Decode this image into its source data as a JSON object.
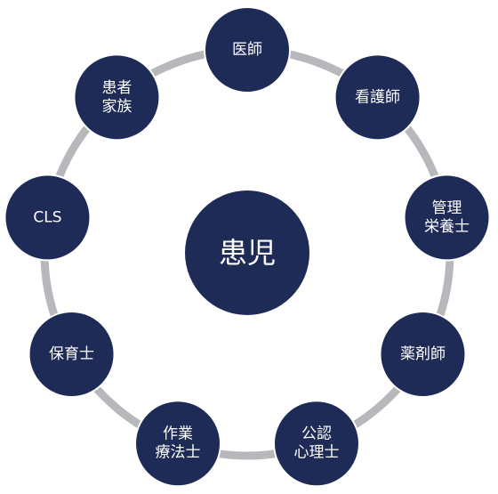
{
  "colors": {
    "node_fill": "#1f2b57",
    "node_stroke": "#ffffff",
    "ring": "#b7b8bc",
    "text": "#ffffff"
  },
  "center": {
    "label": "患児"
  },
  "nodes": [
    {
      "id": "doctor",
      "lines": [
        "医師"
      ]
    },
    {
      "id": "nurse",
      "lines": [
        "看護師"
      ]
    },
    {
      "id": "dietitian",
      "lines": [
        "管理",
        "栄養士"
      ]
    },
    {
      "id": "pharmacist",
      "lines": [
        "薬剤師"
      ]
    },
    {
      "id": "psychologist",
      "lines": [
        "公認",
        "心理士"
      ]
    },
    {
      "id": "occupational-therapist",
      "lines": [
        "作業",
        "療法士"
      ]
    },
    {
      "id": "childcare-worker",
      "lines": [
        "保育士"
      ]
    },
    {
      "id": "cls",
      "lines": [
        "CLS"
      ]
    },
    {
      "id": "family",
      "lines": [
        "患者",
        "家族"
      ]
    }
  ]
}
